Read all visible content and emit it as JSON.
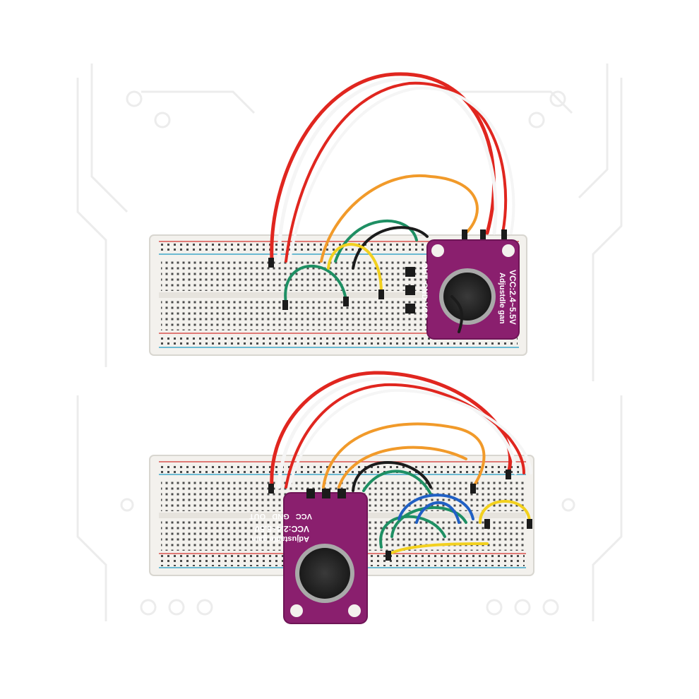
{
  "colors": {
    "background": "#ffffff",
    "circuit_trace": "#ededed",
    "breadboard": "#f2f0ec",
    "breadboard_hole": "#3a3a3a",
    "rail_red": "#d9534f",
    "rail_blue": "#3fa7c9",
    "pcb_purple": "#8a1f6e",
    "mic_dark": "#2b2b2b",
    "wire_red": "#e0261f",
    "wire_white": "#f5f5f5",
    "wire_orange": "#f19a2a",
    "wire_green": "#1e8f63",
    "wire_black": "#1b1b1b",
    "wire_yellow": "#f2d01e",
    "wire_blue": "#2060c4"
  },
  "modules": [
    {
      "label_voltage": "VCC:2.4~5.5V",
      "label_gain": "Adjustdle gan",
      "pins": [
        "OUT",
        "GND",
        "VCC"
      ]
    },
    {
      "label_voltage": "VCC:2.4~5.5V",
      "label_gain": "Adjustadle gain",
      "pins": [
        "VCC",
        "GND",
        "OUT"
      ]
    }
  ]
}
